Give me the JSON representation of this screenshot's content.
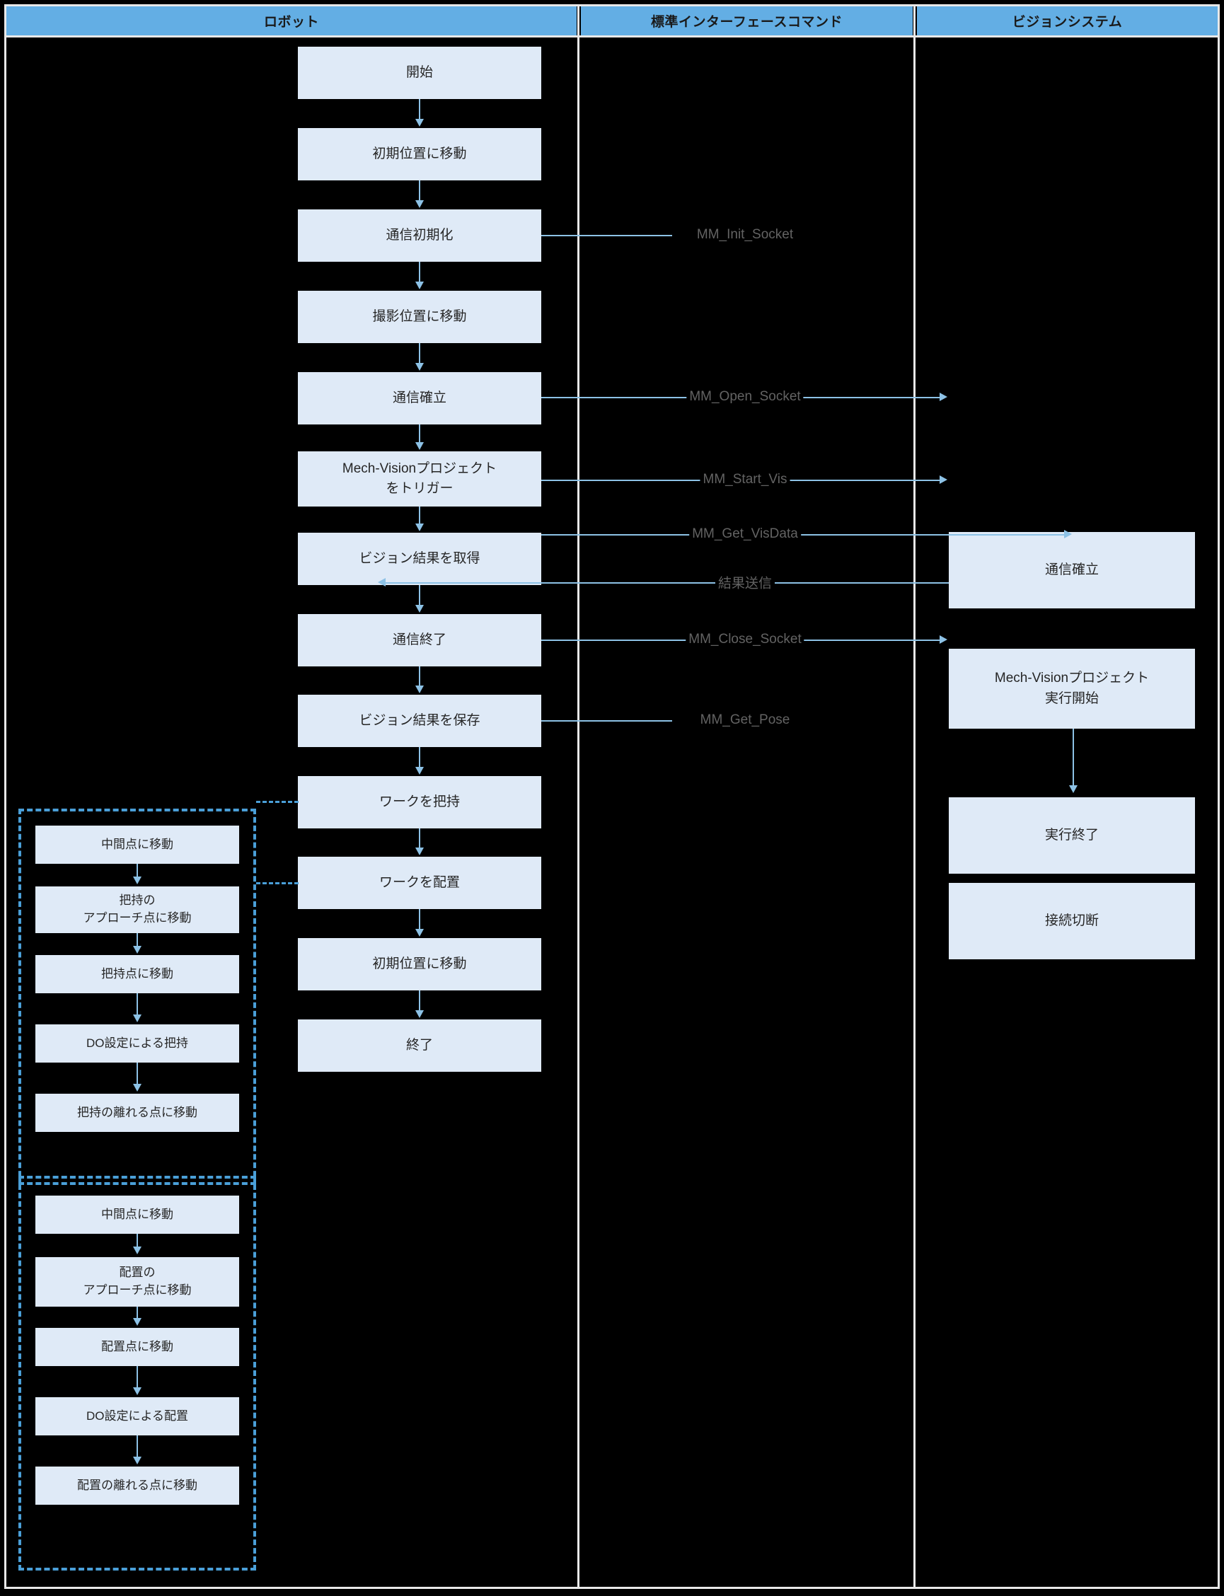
{
  "lanes": [
    {
      "id": "robot",
      "title": "ロボット"
    },
    {
      "id": "interface",
      "title": "標準インターフェースコマンド"
    },
    {
      "id": "vision",
      "title": "ビジョンシステム"
    }
  ],
  "colors": {
    "header_band": "#63aee4",
    "box_fill": "#dfeaf7",
    "connector": "#8dc2e6",
    "group_border": "#4a9fd8",
    "frame": "#e8e8e8",
    "background": "#000000",
    "label_text": "#636363",
    "box_text": "#262626"
  },
  "robot_main": [
    {
      "id": "start",
      "label": "開始"
    },
    {
      "id": "move-home-1",
      "label": "初期位置に移動"
    },
    {
      "id": "init-comm",
      "label": "通信初期化"
    },
    {
      "id": "move-capture",
      "label": "撮影位置に移動"
    },
    {
      "id": "open-comm",
      "label": "通信確立"
    },
    {
      "id": "trigger-vision",
      "label": "Mech-Visionプロジェクト\nをトリガー"
    },
    {
      "id": "get-vision",
      "label": "ビジョン結果を取得"
    },
    {
      "id": "close-comm",
      "label": "通信終了"
    },
    {
      "id": "save-vision",
      "label": "ビジョン結果を保存"
    },
    {
      "id": "pick-work",
      "label": "ワークを把持"
    },
    {
      "id": "place-work",
      "label": "ワークを配置"
    },
    {
      "id": "move-home-2",
      "label": "初期位置に移動"
    },
    {
      "id": "end",
      "label": "終了"
    }
  ],
  "pick_group": {
    "title": "pick-sequence",
    "steps": [
      {
        "id": "pick-waypoint",
        "label": "中間点に移動"
      },
      {
        "id": "pick-approach",
        "label": "把持の\nアプローチ点に移動"
      },
      {
        "id": "pick-point",
        "label": "把持点に移動"
      },
      {
        "id": "pick-do",
        "label": "DO設定による把持"
      },
      {
        "id": "pick-departure",
        "label": "把持の離れる点に移動"
      }
    ]
  },
  "place_group": {
    "title": "place-sequence",
    "steps": [
      {
        "id": "place-waypoint",
        "label": "中間点に移動"
      },
      {
        "id": "place-approach",
        "label": "配置の\nアプローチ点に移動"
      },
      {
        "id": "place-point",
        "label": "配置点に移動"
      },
      {
        "id": "place-do",
        "label": "DO設定による配置"
      },
      {
        "id": "place-departure",
        "label": "配置の離れる点に移動"
      }
    ]
  },
  "commands": [
    {
      "id": "mm-init-socket",
      "label": "MM_Init_Socket"
    },
    {
      "id": "mm-open-socket",
      "label": "MM_Open_Socket"
    },
    {
      "id": "mm-start-vis",
      "label": "MM_Start_Vis"
    },
    {
      "id": "mm-get-visdata",
      "label": "MM_Get_VisData"
    },
    {
      "id": "result-send",
      "label": "結果送信"
    },
    {
      "id": "mm-close-socket",
      "label": "MM_Close_Socket"
    },
    {
      "id": "mm-get-pose",
      "label": "MM_Get_Pose"
    }
  ],
  "vision_blocks": [
    {
      "id": "vision-open-comm",
      "label": "通信確立"
    },
    {
      "id": "vision-start-proj",
      "label": "Mech-Visionプロジェクト\n実行開始"
    },
    {
      "id": "vision-exec-done",
      "label": "実行終了"
    },
    {
      "id": "vision-disconnect",
      "label": "接続切断"
    }
  ]
}
